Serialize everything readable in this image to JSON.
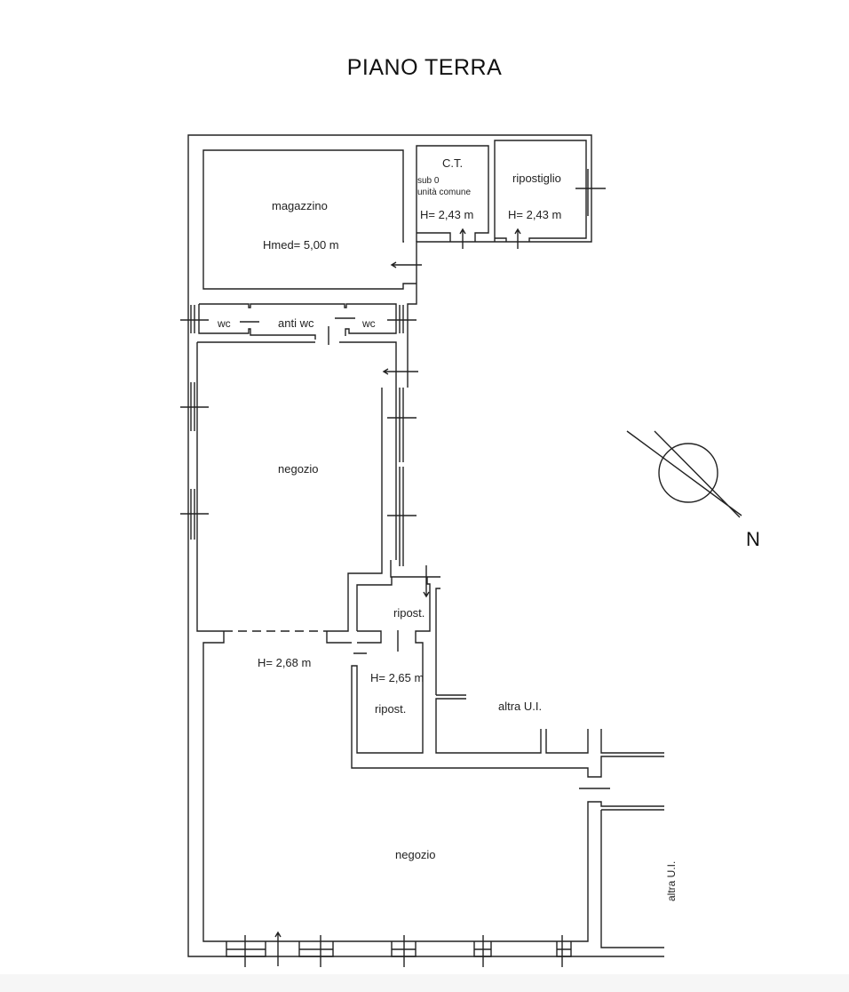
{
  "title": "PIANO TERRA",
  "rooms": {
    "magazzino": {
      "name": "magazzino",
      "height": "Hmed= 5,00 m"
    },
    "ct": {
      "name": "C.T.",
      "note1": "sub 0",
      "note2": "unità comune",
      "height": "H= 2,43 m"
    },
    "ripostiglio": {
      "name": "ripostiglio",
      "height": "H= 2,43 m"
    },
    "wc_left": {
      "name": "wc"
    },
    "anti_wc": {
      "name": "anti wc"
    },
    "wc_right": {
      "name": "wc"
    },
    "negozio_upper": {
      "name": "negozio"
    },
    "ripost_upper": {
      "name": "ripost."
    },
    "ripost_lower": {
      "name": "ripost.",
      "height": "H= 2,65 m"
    },
    "negozio_lower": {
      "name": "negozio",
      "height": "H= 2,68 m"
    },
    "altra_ui_right": {
      "name": "altra U.I."
    },
    "altra_ui_side": {
      "name": "altra U.I."
    }
  },
  "compass": {
    "label": "N"
  }
}
